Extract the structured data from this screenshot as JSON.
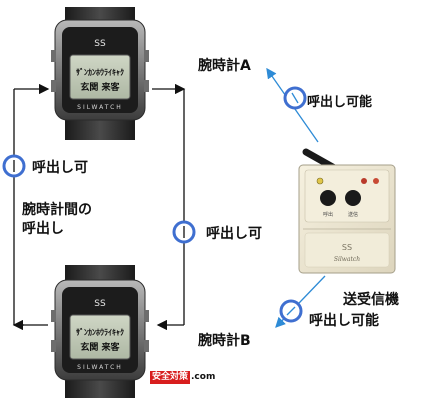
{
  "labels": {
    "watch_a": "腕時計A",
    "watch_b": "腕時計B",
    "call_possible_a": "呼出し可能",
    "call_possible_b": "呼出し可能",
    "call_left": "呼出し可",
    "call_center": "呼出し可",
    "between_watches_line1": "腕時計間の",
    "between_watches_line2": "呼出し",
    "transceiver": "送受信機"
  },
  "watch_screen": {
    "line1": "ｻﾞﾝｶﾝﾎｳﾗｲｷｬｸ",
    "line2": "玄関 来客",
    "brand": "SILWATCH",
    "logo": "SS"
  },
  "transceiver_device": {
    "logo": "SS",
    "brand": "Silwatch",
    "button_left": "呼出",
    "button_right": "送信"
  },
  "footer_badge": {
    "mark": "安全対策",
    "suffix": ".com"
  },
  "colors": {
    "ring_blue": "#3f6fd0",
    "arrow_black": "#111111",
    "arrow_blue": "#2e8bd6",
    "device_body": "#efe9d6",
    "badge_red": "#d81e1e"
  }
}
